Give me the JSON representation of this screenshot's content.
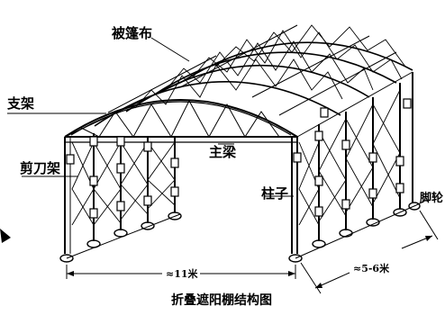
{
  "labels": {
    "cover": "被篷布",
    "bracket": "支架",
    "scissor": "剪刀架",
    "main_beam": "主梁",
    "post": "柱子",
    "wheel": "脚轮",
    "width_dim": "≈11米",
    "depth_dim": "≈5-6米",
    "caption": "折叠遮阳棚结构图"
  },
  "colors": {
    "line": "#000000",
    "background": "#ffffff"
  },
  "icons": {
    "pointer": "cursor-arrow-icon"
  }
}
